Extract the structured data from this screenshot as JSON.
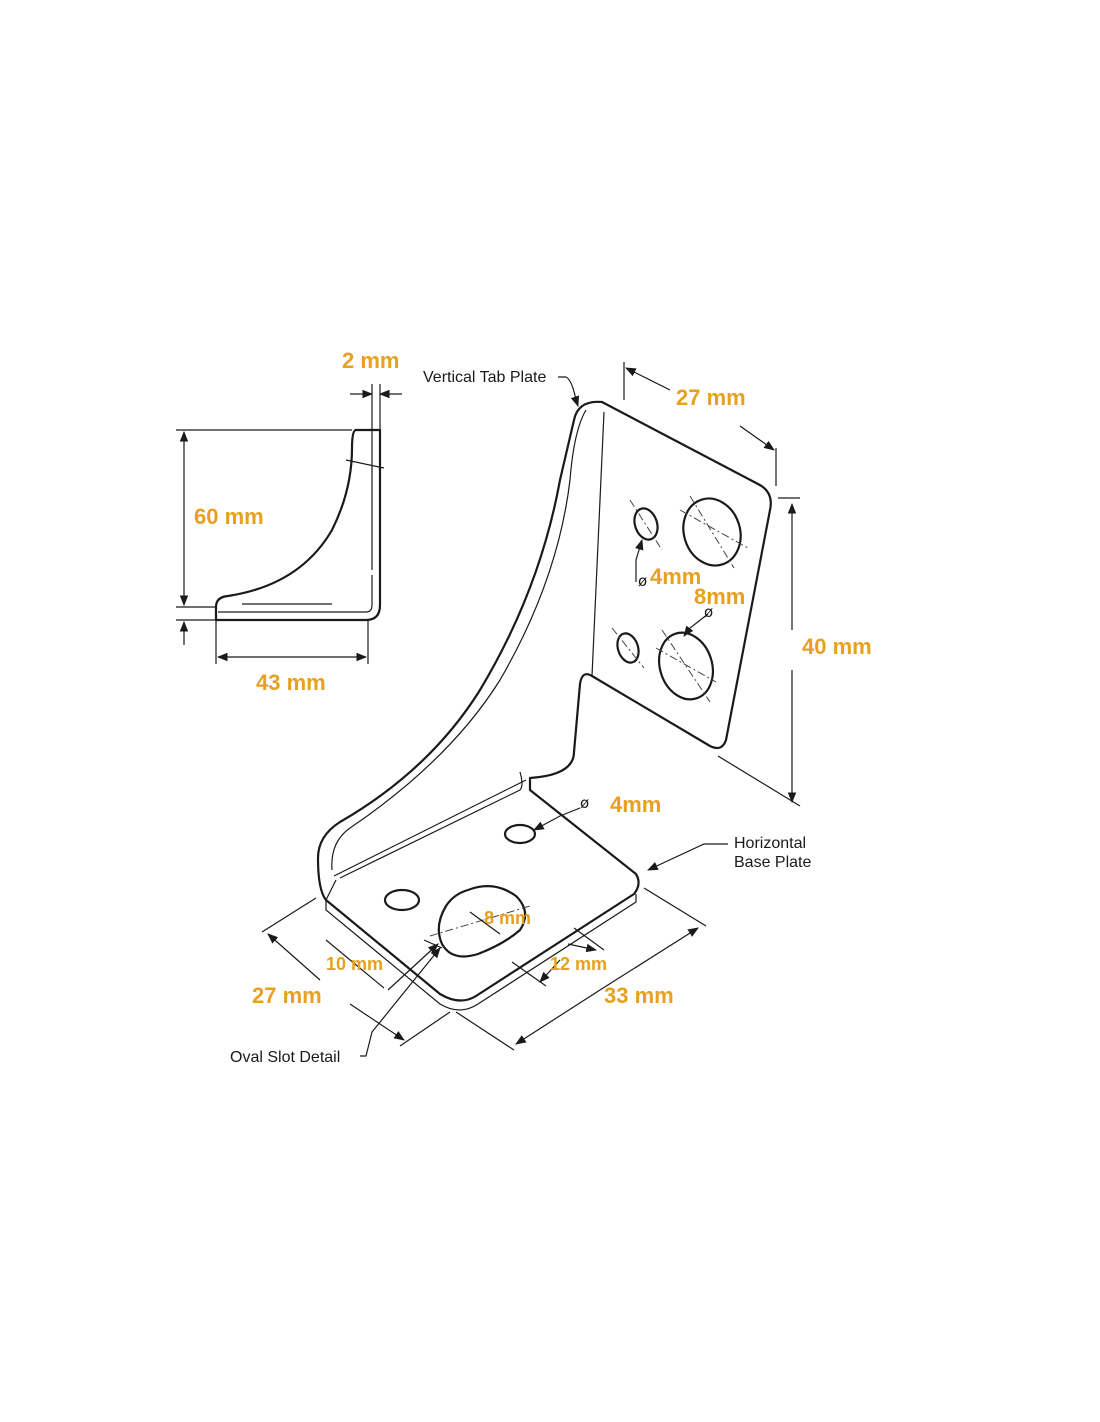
{
  "side_view": {
    "thickness": "2 mm",
    "height": "60 mm",
    "length": "43 mm"
  },
  "iso_view": {
    "callouts": {
      "vertical_tab": "Vertical Tab Plate",
      "horizontal_base_line1": "Horizontal",
      "horizontal_base_line2": "Base Plate",
      "oval_slot": "Oval Slot Detail"
    },
    "dims": {
      "tab_width": "27 mm",
      "tab_height": "40 mm",
      "small_hole_tab": "4mm",
      "large_hole_tab": "8mm",
      "base_hole": "4mm",
      "slot_width": "8 mm",
      "slot_offset_left": "10 mm",
      "slot_length": "12 mm",
      "base_width": "27 mm",
      "base_length": "33 mm"
    },
    "diameter_symbol": "ø"
  }
}
